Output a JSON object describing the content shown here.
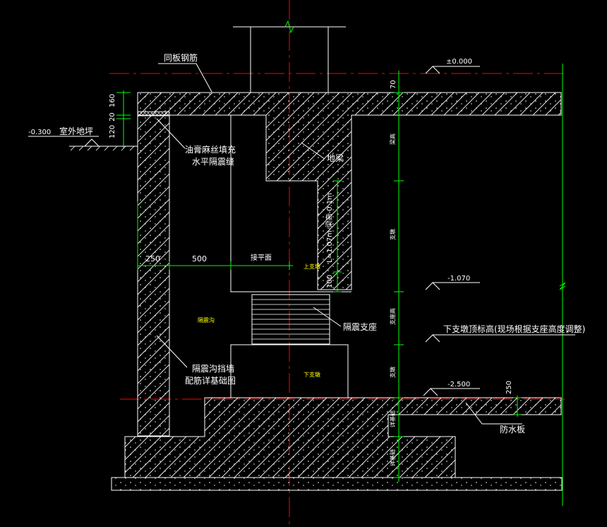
{
  "colors": {
    "background": "#000000",
    "structure": "#ffffff",
    "dimension": "#00ff00",
    "centerline": "#ff0000",
    "highlight": "#ffff00"
  },
  "labels": {
    "rebar_same_slab": "同板钢筋",
    "elev_zero": "±0.000",
    "elev_outdoor": "-0.300",
    "outdoor_ground": "室外地坪",
    "filler_line1": "油膏麻丝填充",
    "filler_line2": "水平隔震缝",
    "ground_beam": "地梁",
    "connection_plane": "接平面",
    "upper_pier": "上支墩",
    "isolation_trench": "隔震沟",
    "bearing": "隔震支座",
    "lower_pier_top": "下支墩顶标高(现场根据支座高度调整)",
    "lower_pier": "下支墩",
    "retaining_line1": "隔震沟挡墙",
    "retaining_line2": "配筋详基础图",
    "waterproof_board": "防水板",
    "elev_1070": "-1.070",
    "elev_2500": "-2.500",
    "beam_height_v": "梁高",
    "pier_v1": "支墩",
    "bearing_height_v": "支座高",
    "pier_v2": "支墩",
    "detail_v1": "详基础",
    "detail_v2": "详基础",
    "length_formula": "L=1.07m-梁高-0.1m"
  },
  "dimensions": {
    "d160": "160",
    "d20": "20",
    "d120": "120",
    "d250_left": "250",
    "d500": "500",
    "d100": "100",
    "d70": "70",
    "d250_right": "250"
  }
}
